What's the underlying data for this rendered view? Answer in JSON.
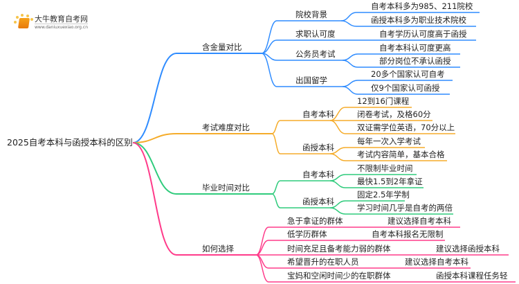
{
  "logo": {
    "title": "大牛教育自考网",
    "url": "www.daniuxuexiao.org.cn"
  },
  "root": "2025自考本科与函授本科的区别",
  "colors": {
    "blue": "#2f8cff",
    "orange": "#f5ac2a",
    "green": "#2fcb7c",
    "pink": "#ff3b8a"
  },
  "branches": [
    {
      "label": "含金量对比",
      "children": [
        {
          "label": "院校背景",
          "leaves": [
            "自考本科多为985、211院校",
            "函授本科多为职业技术院校"
          ]
        },
        {
          "label": "求职认可度",
          "leaves": [
            "自考学历认可度高于函授"
          ]
        },
        {
          "label": "公务员考试",
          "leaves": [
            "自考本科认可度更高",
            "部分岗位不承认函授"
          ]
        },
        {
          "label": "出国留学",
          "leaves": [
            "20多个国家认可自考",
            "仅9个国家认可函授"
          ]
        }
      ]
    },
    {
      "label": "考试难度对比",
      "children": [
        {
          "label": "自考本科",
          "leaves": [
            "12到16门课程",
            "闭卷考试，及格60分",
            "双证需学位英语，70分以上"
          ]
        },
        {
          "label": "函授本科",
          "leaves": [
            "每年一次入学考试",
            "考试内容简单，基本合格"
          ]
        }
      ]
    },
    {
      "label": "毕业时间对比",
      "children": [
        {
          "label": "自考本科",
          "leaves": [
            "不限制毕业时间",
            "最快1.5到2年拿证"
          ]
        },
        {
          "label": "函授本科",
          "leaves": [
            "固定2.5年学制",
            "学习时间几乎是自考的两倍"
          ]
        }
      ]
    },
    {
      "label": "如何选择",
      "children": [
        {
          "label": "急于拿证的群体",
          "leaves": [
            "建议选择自考本科"
          ]
        },
        {
          "label": "低学历群体",
          "leaves": [
            "自考本科报名无限制"
          ]
        },
        {
          "label": "时间充足且备考能力弱的群体",
          "leaves": [
            "建议选择函授本科"
          ]
        },
        {
          "label": "希望晋升的在职人员",
          "leaves": [
            "建议选择自考本科"
          ]
        },
        {
          "label": "宝妈和空闲时间少的在职群体",
          "leaves": [
            "函授本科课程任务轻"
          ]
        }
      ]
    }
  ]
}
